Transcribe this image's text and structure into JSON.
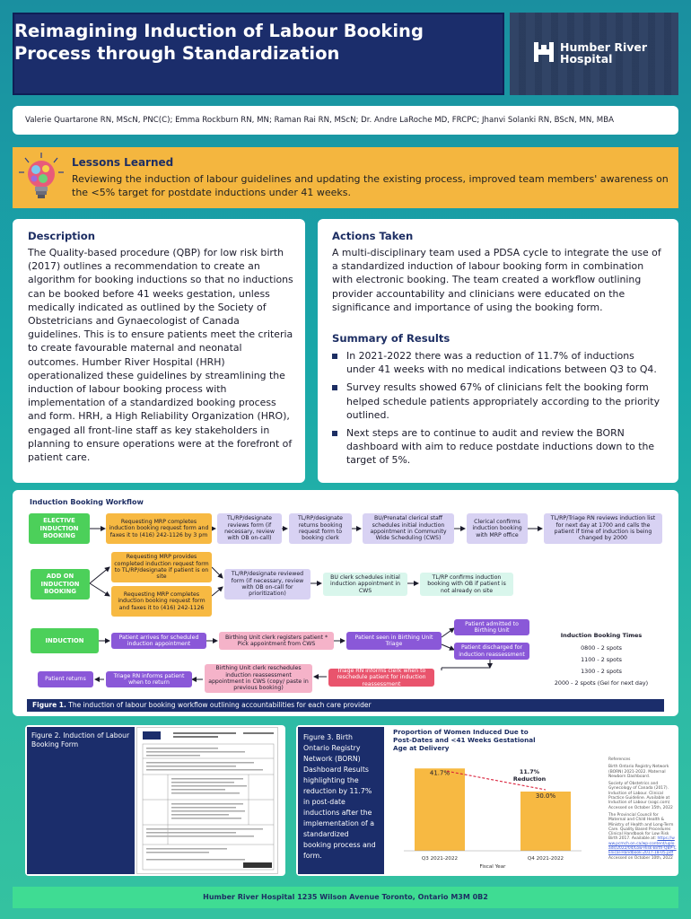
{
  "header": {
    "title_line1": "Reimagining Induction of Labour Booking",
    "title_line2": "Process through Standardization",
    "logo_line1": "Humber River",
    "logo_line2": "Hospital",
    "logo_icon": "hrh-logo-icon"
  },
  "authors": "Valerie Quartarone RN, MScN, PNC(C); Emma Rockburn RN, MN; Raman Rai RN, MScN; Dr. Andre LaRoche MD, FRCPC; Jhanvi Solanki RN, BScN, MN, MBA",
  "lessons": {
    "icon": "lightbulb-icon",
    "title": "Lessons Learned",
    "text": "Reviewing the induction of labour guidelines and updating the existing process, improved team members' awareness on the <5% target for postdate inductions under 41 weeks."
  },
  "description": {
    "title": "Description",
    "text": "The Quality-based procedure (QBP) for low risk birth (2017) outlines a recommendation to create an algorithm for booking inductions so that no inductions can be booked before 41 weeks gestation, unless medically indicated as outlined by the Society of Obstetricians and Gynaecologist of Canada guidelines. This is to ensure patients meet the criteria to create favourable maternal and neonatal outcomes. Humber River Hospital (HRH) operationalized these guidelines by streamlining the induction of labour booking process with implementation of a standardized booking process and form. HRH, a High Reliability Organization (HRO), engaged all front-line staff as key stakeholders in planning to ensure operations were at the forefront of patient care."
  },
  "actions": {
    "title": "Actions Taken",
    "text": "A multi-disciplinary team used a PDSA cycle to integrate the use of a standardized induction of labour booking form in combination with electronic booking. The team created a workflow outlining provider accountability and clinicians were educated on the significance and importance of using the booking form."
  },
  "results": {
    "title": "Summary of Results",
    "items": [
      "In 2021-2022 there was a reduction of 11.7% of inductions under 41 weeks with no medical indications between Q3 to Q4.",
      "Survey results showed 67% of clinicians felt the booking form helped schedule patients appropriately according to the priority outlined.",
      "Next steps are to continue to audit and review the BORN dashboard with aim to reduce postdate inductions down to the target of 5%."
    ]
  },
  "workflow": {
    "title": "Induction Booking Workflow",
    "row1": {
      "start": "ELECTIVE INDUCTION BOOKING",
      "s1": "Requesting MRP completes induction booking request form and faxes it to (416) 242-1126 by 3 pm",
      "s2": "TL/RP/designate reviews form (if necessary, review with OB on-call)",
      "s3": "TL/RP/designate returns booking request form to booking clerk",
      "s4": "BU/Prenatal clerical staff schedules initial induction appointment in Community Wide Scheduling (CWS)",
      "s5": "Clerical confirms induction booking with MRP office",
      "s6": "TL/RP/Triage RN reviews induction list for next day at 1700 and calls the patient if time of induction is being changed by 2000"
    },
    "row2": {
      "start": "ADD ON INDUCTION BOOKING",
      "s1a": "Requesting MRP provides completed induction request form to TL/RP/designate if patient is on site",
      "s1b": "Requesting MRP completes induction booking request form and faxes it to (416) 242-1126",
      "s2": "TL/RP/designate reviewed form (if necessary, review with OB on-call for prioritization)",
      "s3": "BU clerk schedules initial induction appointment in CWS",
      "s4": "TL/RP confirms induction booking with OB if patient is not already on site"
    },
    "row3": {
      "start": "INDUCTION",
      "s1": "Patient arrives for scheduled induction appointment",
      "s2": "Birthing Unit clerk registers patient * Pick appointment from CWS",
      "s3": "Patient seen in Birthing Unit Triage",
      "s4a": "Patient admitted to Birthing Unit",
      "s4b": "Patient discharged for induction reassessment",
      "s5": "Triage RN informs clerk when to reschedule patient for induction reassessment",
      "s6": "Birthing Unit clerk reschedules induction reassessment appointment in CWS (copy/ paste in previous booking)",
      "s7": "Triage RN informs patient when to return",
      "s8": "Patient returns"
    },
    "times": {
      "title": "Induction Booking Times",
      "items": [
        "0800 - 2 spots",
        "1100 - 2 spots",
        "1300 - 2 spots",
        "2000 - 2 spots (Gel for next day)"
      ]
    },
    "caption_label": "Figure 1.",
    "caption_text": "The induction of labour booking workflow outlining accountabilities for each care provider"
  },
  "figure2": {
    "label": "Figure 2.",
    "text": "Induction of Labour Booking Form",
    "form_image": "induction-booking-form-thumbnail"
  },
  "figure3": {
    "label": "Figure 3.",
    "text": "Birth Ontario Registry Network (BORN) Dashboard Results highlighting the reduction by 11.7% in post-date inductions after the implementation of a standardized booking process and form."
  },
  "chart_data": {
    "type": "bar",
    "title": "Proportion of Women Induced Due to Post-Dates and <41 Weeks Gestational Age at Delivery",
    "categories": [
      "Q3 2021-2022",
      "Q4 2021-2022"
    ],
    "values": [
      41.7,
      30.0
    ],
    "value_labels": [
      "41.7%",
      "30.0%"
    ],
    "xlabel": "Fiscal Year",
    "ylabel": "",
    "ylim": [
      0,
      50
    ],
    "grid": false,
    "annotation_value": "11.7%",
    "annotation_label": "Reduction",
    "bar_color": "#f7b942",
    "trend_color": "#d9213b"
  },
  "references": {
    "heading": "References",
    "items": [
      "Birth Ontario Registry Network (BORN) 2021-2022. Maternal Newborn Dashboard.",
      "Society of Obstetrics and Gynecology of Canada (2017). Induction of Labour. Clinical Practice Guideline. Available at Induction of Labour (sogc.com) Accessed on October 15th, 2022",
      "The Provincial Council for Maternal and Child Health & Ministry of Health and Long-Term Care. Quality Based Procedures Clinical Handbook for Low Risk Birth 2017. Available at: ",
      "Accessed on October 10th, 2022"
    ],
    "link": "https://www.pcmch.on.ca/wp-content/uploads/2022/04/Low-Risk-Birth-QBP-Clinical-Handbook-2017-18-05.pdf"
  },
  "footer": "Humber River Hospital  1235 Wilson Avenue  Toronto, Ontario  M3M 0B2"
}
